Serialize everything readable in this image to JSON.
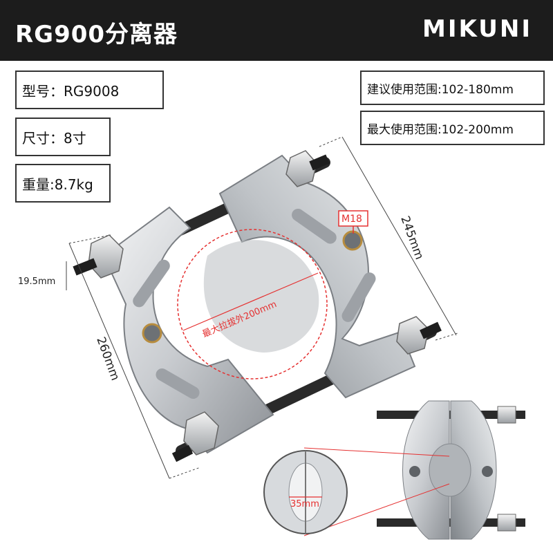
{
  "header": {
    "title": "RG900分离器",
    "brand": "MIKUNI",
    "background": "#1c1c1c"
  },
  "specs": {
    "model": "型号：RG9008",
    "size": "尺寸：8寸",
    "weight": "重量:8.7kg",
    "recommended_range": "建议使用范围:102-180mm",
    "max_range": "最大使用范围:102-200mm"
  },
  "dimensions": {
    "length_top": "245mm",
    "length_side": "260mm",
    "bolt_height": "19.5mm",
    "thread": "M18",
    "max_pull": "最大拉拔外200mm",
    "min_inner": "35mm"
  },
  "colors": {
    "accent_red": "#e53030",
    "metal_light": "#e2e4e6",
    "metal_dark": "#8a8e92",
    "bolt": "#2a2a2a"
  }
}
